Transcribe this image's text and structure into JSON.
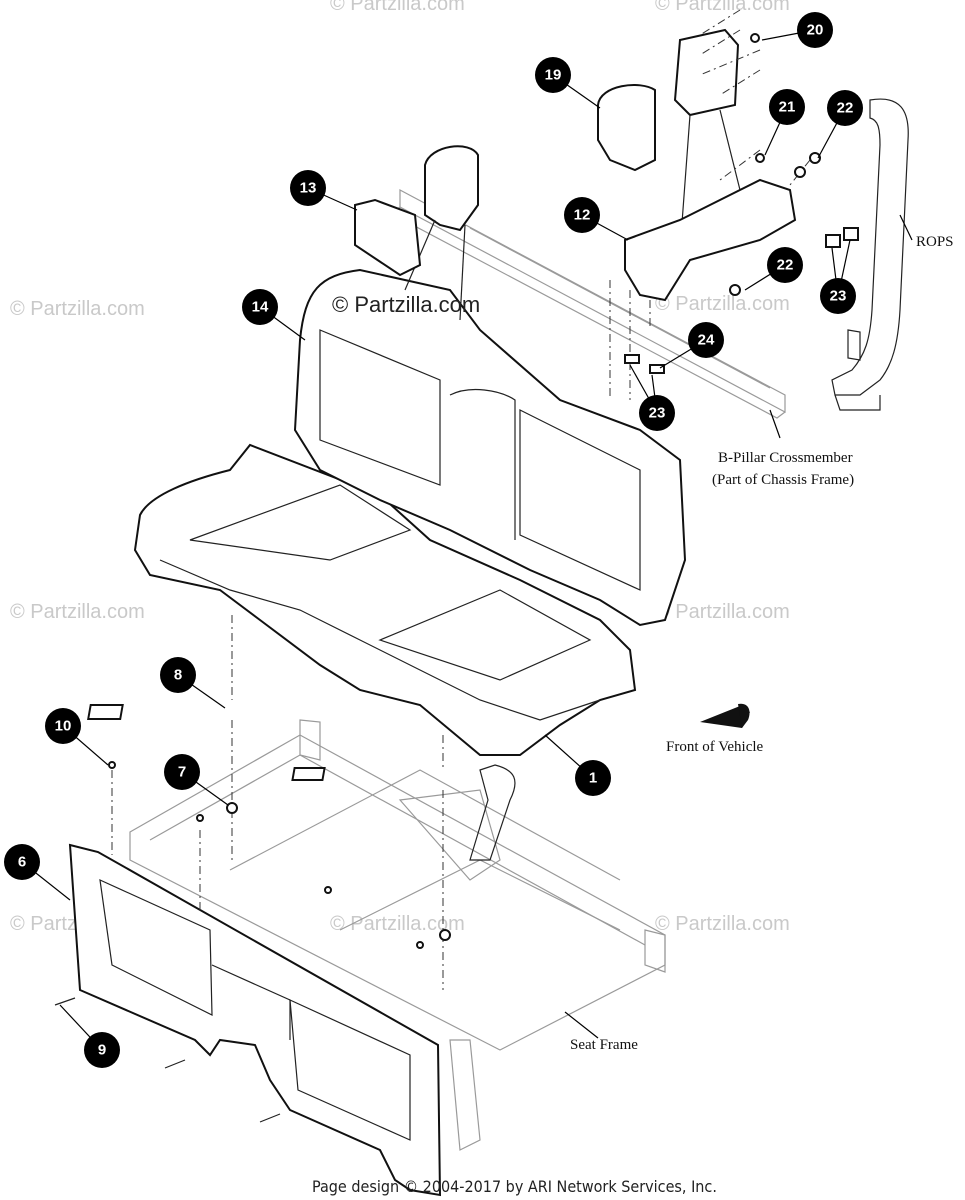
{
  "watermark": {
    "text": "© Partzilla.com",
    "center_text": "© Partzilla.com"
  },
  "callouts": [
    {
      "id": "c1",
      "label": "1"
    },
    {
      "id": "c6",
      "label": "6"
    },
    {
      "id": "c7",
      "label": "7"
    },
    {
      "id": "c8",
      "label": "8"
    },
    {
      "id": "c9",
      "label": "9"
    },
    {
      "id": "c10",
      "label": "10"
    },
    {
      "id": "c12",
      "label": "12"
    },
    {
      "id": "c13",
      "label": "13"
    },
    {
      "id": "c14",
      "label": "14"
    },
    {
      "id": "c19",
      "label": "19"
    },
    {
      "id": "c20",
      "label": "20"
    },
    {
      "id": "c21",
      "label": "21"
    },
    {
      "id": "c22a",
      "label": "22"
    },
    {
      "id": "c22b",
      "label": "22"
    },
    {
      "id": "c23a",
      "label": "23"
    },
    {
      "id": "c23b",
      "label": "23"
    },
    {
      "id": "c24",
      "label": "24"
    }
  ],
  "labels": {
    "rops": "ROPS",
    "bpillar_line1": "B-Pillar Crossmember",
    "bpillar_line2": "(Part of Chassis Frame)",
    "front_of_vehicle": "Front of Vehicle",
    "seat_frame": "Seat Frame"
  },
  "footer": {
    "text": "Page design © 2004-2017 by ARI Network Services, Inc."
  }
}
